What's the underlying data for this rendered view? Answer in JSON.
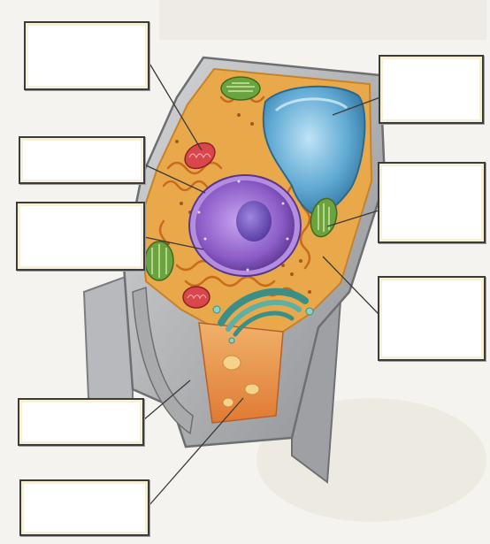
{
  "diagram": {
    "labels": [
      {
        "id": "top-left",
        "text": ""
      },
      {
        "id": "mid-left-upper",
        "text": ""
      },
      {
        "id": "mid-left-lower",
        "text": ""
      },
      {
        "id": "bottom-left-upper",
        "text": ""
      },
      {
        "id": "bottom-left-lower",
        "text": ""
      },
      {
        "id": "top-right",
        "text": ""
      },
      {
        "id": "mid-right-upper",
        "text": ""
      },
      {
        "id": "mid-right-lower",
        "text": ""
      }
    ],
    "colors": {
      "cell_wall": "#a9aaac",
      "cytoplasm": "#e9a94a",
      "vacuole": "#5fa9d3",
      "nucleus": "#8c5cc7",
      "chloroplast": "#6ba33f",
      "mitochondrion": "#d9464b",
      "golgi": "#3b8f86",
      "er": "#e58a2c"
    }
  }
}
